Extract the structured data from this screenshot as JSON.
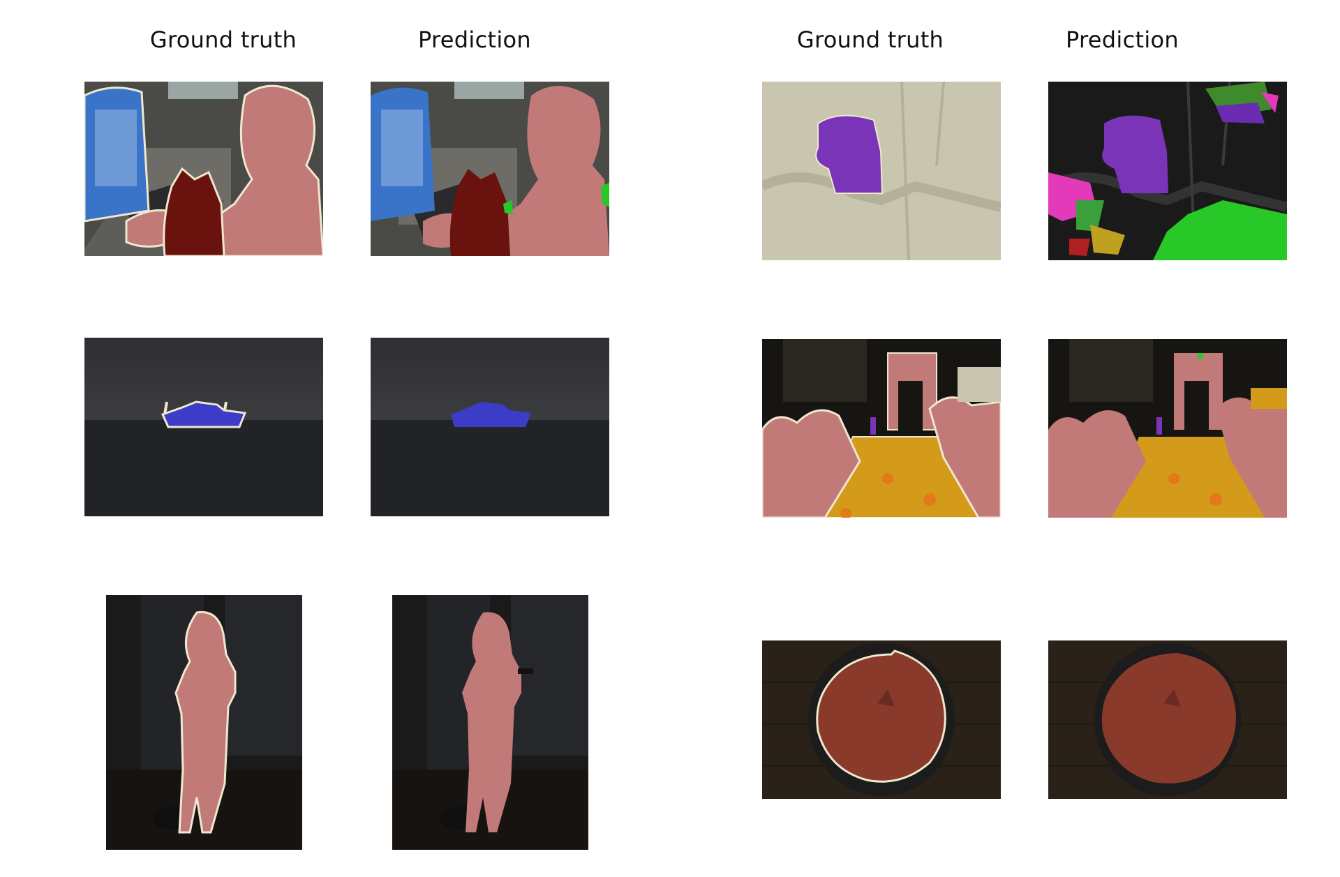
{
  "headers": {
    "left_gt": "Ground truth",
    "left_pred": "Prediction",
    "right_gt": "Ground truth",
    "right_pred": "Prediction"
  },
  "mask_colors": {
    "person": "#c27a78",
    "cat": "#6a120e",
    "monitor": "#3a74c8",
    "boat": "#3c3cc8",
    "dog": "#7a34b8",
    "dining_table": "#d49a1a",
    "background_void": "#c8c6ae",
    "gt_boundary": "#efe7cf",
    "false_green": "#28c828",
    "false_magenta": "#e23ab8"
  }
}
